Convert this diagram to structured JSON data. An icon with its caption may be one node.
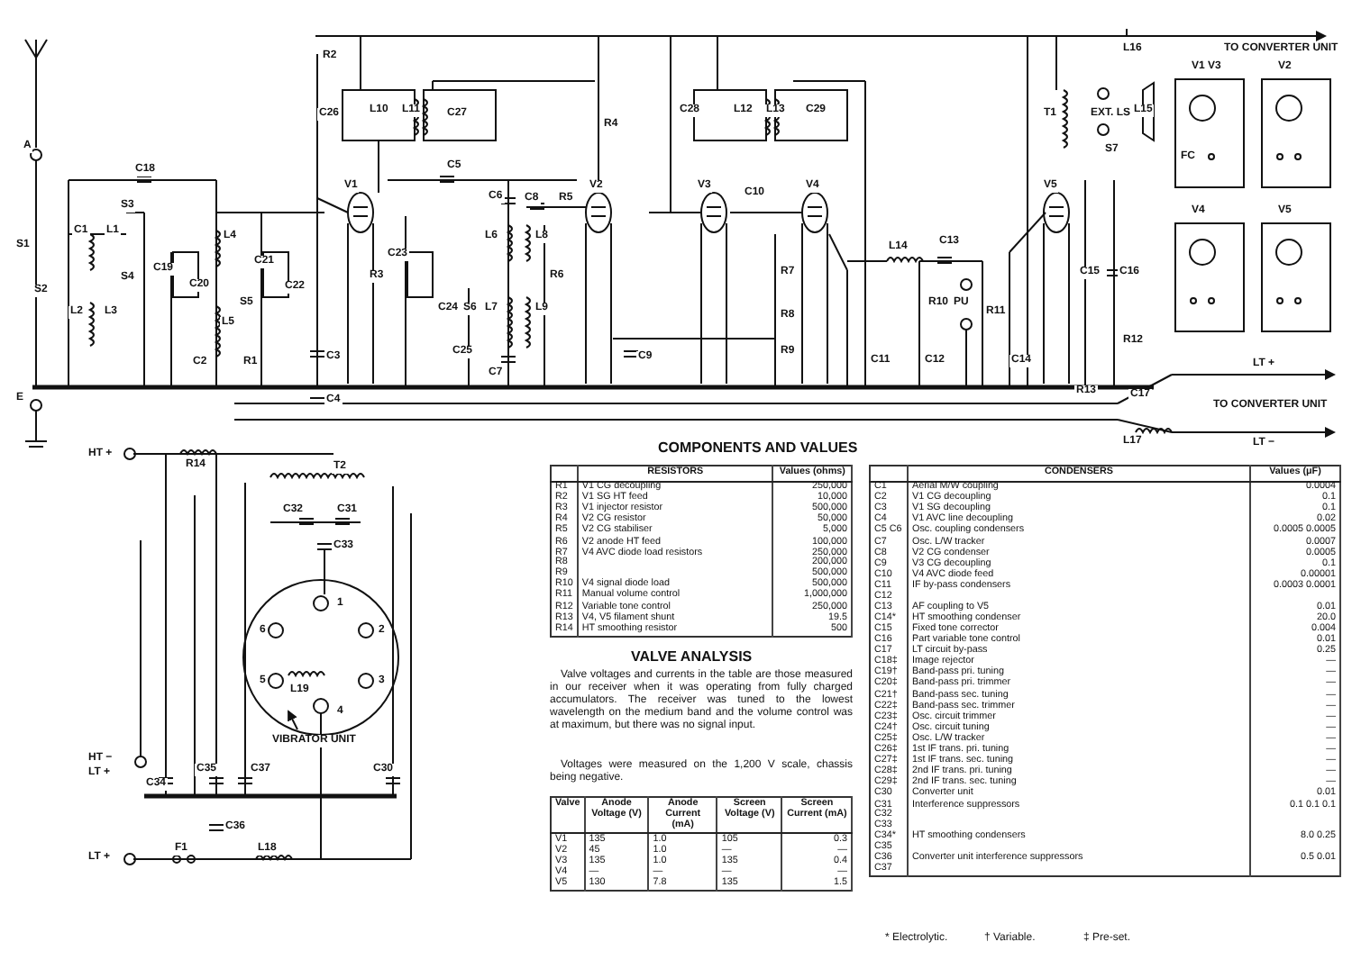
{
  "diagram": {
    "title": "COMPONENTS AND VALUES",
    "labels": [
      "A",
      "C18",
      "S3",
      "S1",
      "C1",
      "L1",
      "C19",
      "S2",
      "S4",
      "L2",
      "L3",
      "L4",
      "C20",
      "L5",
      "S5",
      "C2",
      "R1",
      "C21",
      "C22",
      "C3",
      "E",
      "C4",
      "R2",
      "C26",
      "L10",
      "L11",
      "C27",
      "V1",
      "R3",
      "C5",
      "C6",
      "C8",
      "R5",
      "V2",
      "R4",
      "C23",
      "C24",
      "S6",
      "L6",
      "L8",
      "L7",
      "L9",
      "C25",
      "C7",
      "R6",
      "C9",
      "C28",
      "L12",
      "L13",
      "C29",
      "V3",
      "C10",
      "V4",
      "R7",
      "R8",
      "R9",
      "C11",
      "L14",
      "C13",
      "R10",
      "PU",
      "C12",
      "R11",
      "C14",
      "V5",
      "T1",
      "EXT. LS",
      "L15",
      "S7",
      "C15",
      "C16",
      "R12",
      "L16",
      "TO CONVERTER UNIT",
      "V1 V3",
      "V2",
      "FC",
      "V4",
      "V5",
      "R13",
      "C17",
      "L17",
      "LT +",
      "TO CONVERTER UNIT",
      "LT −",
      "HT +",
      "R14",
      "T2",
      "C32",
      "C31",
      "C33",
      "1",
      "6",
      "2",
      "5",
      "3",
      "4",
      "L19",
      "VIBRATOR UNIT",
      "HT −",
      "LT +",
      "C34",
      "C35",
      "C37",
      "C30",
      "C36",
      "LT +",
      "F1",
      "L18",
      "RESISTORS",
      "Values (ohms)",
      "R1",
      "V1 CG decoupling",
      "250,000",
      "R2",
      "V1 SG HT feed",
      "10,000",
      "R3",
      "V1 injector resistor",
      "500,000",
      "R4",
      "V2 CG resistor",
      "50,000",
      "R5",
      "V2 CG stabiliser",
      "5,000",
      "R6",
      "V2 anode HT feed",
      "100,000",
      "R7 R8 R9",
      "V4 AVC diode load resistors",
      "250,000 200,000 500,000",
      "R10",
      "V4 signal diode load",
      "500,000",
      "R11",
      "Manual volume control",
      "1,000,000",
      "R12",
      "Variable tone control",
      "250,000",
      "R13",
      "V4, V5 filament shunt",
      "19.5",
      "R14",
      "HT smoothing resistor",
      "500",
      "VALVE ANALYSIS",
      "Valve voltages and currents in the table are those measured in our receiver when it was operating from fully charged accumulators. The receiver was tuned to the lowest wavelength on the medium band and the volume control was at maximum, but there was no signal input.",
      "Voltages were measured on the 1,200 V scale, chassis being negative.",
      "Valve",
      "Anode Voltage (V)",
      "Anode Current (mA)",
      "Screen Voltage (V)",
      "Screen Current (mA)",
      "V1",
      "135",
      "1.0",
      "105",
      "0.3",
      "V2",
      "45",
      "1.0",
      "—",
      "—",
      "V3",
      "135",
      "1.0",
      "135",
      "0.4",
      "V4",
      "—",
      "—",
      "—",
      "—",
      "V5",
      "130",
      "7.8",
      "135",
      "1.5",
      "CONDENSERS",
      "Values (μF)",
      "C1",
      "Aerial M/W coupling",
      "0.0004",
      "C2",
      "V1 CG decoupling",
      "0.1",
      "C3",
      "V1 SG decoupling",
      "0.1",
      "C4",
      "V1 AVC line decoupling",
      "0.02",
      "C5 C6",
      "Osc. coupling condensers",
      "0.0005 0.0005",
      "C7",
      "Osc. L/W tracker",
      "0.0007",
      "C8",
      "V2 CG condenser",
      "0.0005",
      "C9",
      "V3 CG decoupling",
      "0.1",
      "C10",
      "V4 AVC diode feed",
      "0.00001",
      "C11 C12",
      "IF by-pass condensers",
      "0.0003 0.0001",
      "C13",
      "AF coupling to V5",
      "0.01",
      "C14*",
      "HT smoothing condenser",
      "20.0",
      "C15",
      "Fixed tone corrector",
      "0.004",
      "C16",
      "Part variable tone control",
      "0.01",
      "C17",
      "LT circuit by-pass",
      "0.25",
      "C18‡",
      "Image rejector",
      "—",
      "C19†",
      "Band-pass pri. tuning",
      "—",
      "C20‡",
      "Band-pass pri. trimmer",
      "—",
      "C21†",
      "Band-pass sec. tuning",
      "—",
      "C22‡",
      "Band-pass sec. trimmer",
      "—",
      "C23‡",
      "Osc. circuit trimmer",
      "—",
      "C24†",
      "Osc. circuit tuning",
      "—",
      "C25‡",
      "Osc. L/W tracker",
      "—",
      "C26‡",
      "1st IF trans. pri. tuning",
      "—",
      "C27‡",
      "1st IF trans. sec. tuning",
      "—",
      "C28‡",
      "2nd IF trans. pri. tuning",
      "—",
      "C29‡",
      "2nd IF trans. sec. tuning",
      "—",
      "C30",
      "Converter unit",
      "0.01",
      "C31 C32 C33",
      "Interference suppressors",
      "0.1 0.1 0.1",
      "C34* C35",
      "HT smoothing condensers",
      "8.0 0.25",
      "C36 C37",
      "Converter unit interference suppressors",
      "0.5 0.01",
      "* Electrolytic.",
      "† Variable.",
      "‡ Pre-set."
    ]
  }
}
